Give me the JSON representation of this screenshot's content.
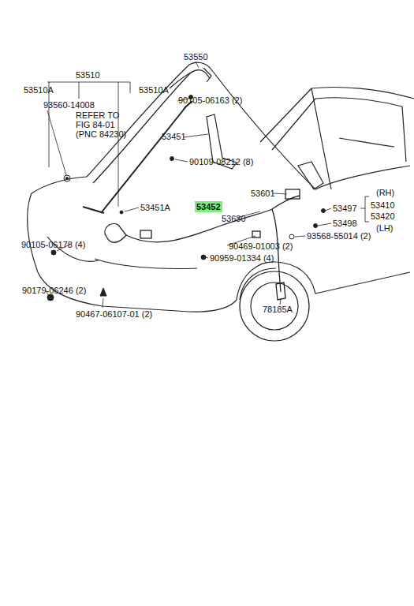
{
  "diagram": {
    "nodes": [
      {
        "text": [
          "53452"
        ]
      }
    ],
    "labels": [
      "53550",
      "53510",
      "53510A",
      "53510A",
      "93560-14008",
      "REFER TO FIG 84-01 (PNC 84230)",
      "90105-06163 (2)",
      "53451",
      "90109-08212 (8)",
      "53601",
      "(RH)",
      "53497",
      "53410",
      "53420",
      "(LH)",
      "53451A",
      "53630",
      "53498",
      "93568-55014 (2)",
      "90469-01003 (2)",
      "90105-06178 (4)",
      "90959-01334 (4)",
      "90179-06246 (2)",
      "90467-06107-01 (2)",
      "78185A"
    ]
  }
}
